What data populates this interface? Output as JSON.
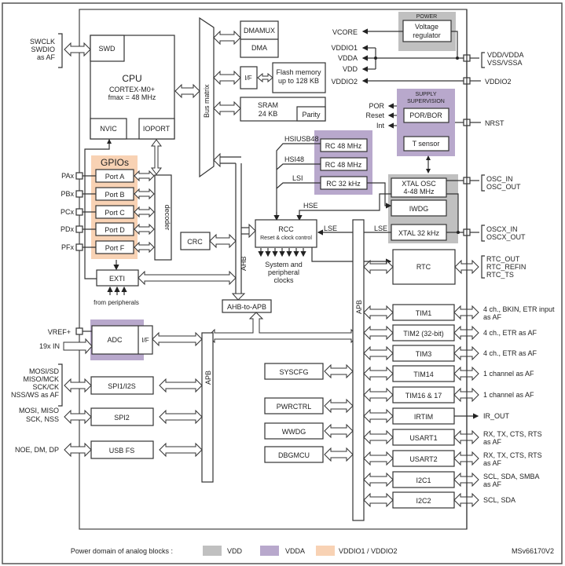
{
  "colors": {
    "vdd_domain": "#c0c0c0",
    "vdda_domain": "#b8a8cc",
    "vddio_domain": "#f8d2b4",
    "line": "#333333"
  },
  "swd_pins": [
    "SWCLK",
    "SWDIO",
    "as AF"
  ],
  "cpu": {
    "title": "CPU",
    "core": "CORTEX-M0+",
    "fmax": "fmax = 48 MHz",
    "swd": "SWD",
    "nvic": "NVIC",
    "ioport": "IOPORT"
  },
  "bus_matrix": "Bus matrix",
  "memory": {
    "dmamux": "DMAMUX",
    "dma": "DMA",
    "if": "I/F",
    "flash_line1": "Flash memory",
    "flash_line2": "up to 128 KB",
    "sram_line1": "SRAM",
    "sram_line2": "24 KB",
    "parity": "Parity"
  },
  "power": {
    "domain_label": "POWER",
    "regulator_line1": "Voltage",
    "regulator_line2": "regulator",
    "vcore": "VCORE",
    "vddio1": "VDDIO1",
    "vdda": "VDDA",
    "vdd": "VDD",
    "vddio2": "VDDIO2",
    "pins_line1": "VDD/VDDA",
    "pins_line2": "VSS/VSSA",
    "vddio2_pin": "VDDIO2"
  },
  "supervision": {
    "title_line1": "SUPPLY",
    "title_line2": "SUPERVISION",
    "por_bor": "POR/BOR",
    "t_sensor": "T sensor",
    "outputs": [
      "POR",
      "Reset",
      "Int"
    ],
    "nrst": "NRST"
  },
  "clocks": {
    "hsiusb48": "HSIUSB48",
    "hsi48": "HSI48",
    "lsi": "LSI",
    "rc48_1": "RC 48 MHz",
    "rc48_2": "RC 48 MHz",
    "rc32": "RC 32 kHz",
    "xtal_osc_line1": "XTAL OSC",
    "xtal_osc_line2": "4-48 MHz",
    "iwdg": "IWDG",
    "xtal32": "XTAL 32 kHz",
    "hse": "HSE",
    "lse": "LSE",
    "lse2": "LSE",
    "osc_pins": [
      "OSC_IN",
      "OSC_OUT"
    ],
    "oscx_pins": [
      "OSCX_IN",
      "OSCX_OUT"
    ]
  },
  "rcc": {
    "title": "RCC",
    "subtitle": "Reset & clock control",
    "clocks_line1": "System and",
    "clocks_line2": "peripheral",
    "clocks_line3": "clocks"
  },
  "gpio": {
    "title": "GPIOs",
    "ports": [
      {
        "pin": "PAx",
        "label": "Port A"
      },
      {
        "pin": "PBx",
        "label": "Port B"
      },
      {
        "pin": "PCx",
        "label": "Port C"
      },
      {
        "pin": "PDx",
        "label": "Port D"
      },
      {
        "pin": "PFx",
        "label": "Port F"
      }
    ],
    "decoder": "decoder",
    "exti": "EXTI",
    "from_peripherals": "from peripherals"
  },
  "crc": "CRC",
  "ahb": "AHB",
  "ahb_to_apb": "AHB-to-APB",
  "apb_left": "APB",
  "apb_right": "APB",
  "rtc": {
    "label": "RTC",
    "pins": [
      "RTC_OUT",
      "RTC_REFIN",
      "RTC_TS"
    ]
  },
  "adc": {
    "label": "ADC",
    "if": "I/F",
    "vref": "VREF+",
    "inputs": "19x IN"
  },
  "left_peripherals": [
    {
      "label": "SPI1/I2S",
      "pins": [
        "MOSI/SD",
        "MISO/MCK",
        "SCK/CK",
        "NSS/WS as AF"
      ]
    },
    {
      "label": "SPI2",
      "pins": [
        "MOSI, MISO",
        "SCK, NSS"
      ]
    },
    {
      "label": "USB FS",
      "pins": [
        "NOE, DM, DP"
      ]
    }
  ],
  "system_blocks": [
    "SYSCFG",
    "PWRCTRL",
    "WWDG",
    "DBGMCU"
  ],
  "right_peripherals": [
    {
      "label": "TIM1",
      "pins": [
        "4 ch., BKIN, ETR input",
        "as AF"
      ]
    },
    {
      "label": "TIM2 (32-bit)",
      "pins": [
        "4 ch., ETR as AF"
      ]
    },
    {
      "label": "TIM3",
      "pins": [
        "4 ch., ETR as AF"
      ]
    },
    {
      "label": "TIM14",
      "pins": [
        "1 channel as AF"
      ]
    },
    {
      "label": "TIM16 & 17",
      "pins": [
        "1 channel as AF"
      ]
    },
    {
      "label": "IRTIM",
      "pins": [
        "IR_OUT"
      ]
    },
    {
      "label": "USART1",
      "pins": [
        "RX, TX, CTS, RTS",
        "as AF"
      ]
    },
    {
      "label": "USART2",
      "pins": [
        "RX, TX, CTS, RTS",
        "as AF"
      ]
    },
    {
      "label": "I2C1",
      "pins": [
        "SCL, SDA, SMBA",
        "as AF"
      ]
    },
    {
      "label": "I2C2",
      "pins": [
        "SCL, SDA"
      ]
    }
  ],
  "legend": {
    "title": "Power domain of analog blocks :",
    "items": [
      {
        "label": "VDD",
        "color": "#c0c0c0"
      },
      {
        "label": "VDDA",
        "color": "#b8a8cc"
      },
      {
        "label": "VDDIO1 / VDDIO2",
        "color": "#f8d2b4"
      }
    ],
    "ref": "MSv66170V2"
  }
}
